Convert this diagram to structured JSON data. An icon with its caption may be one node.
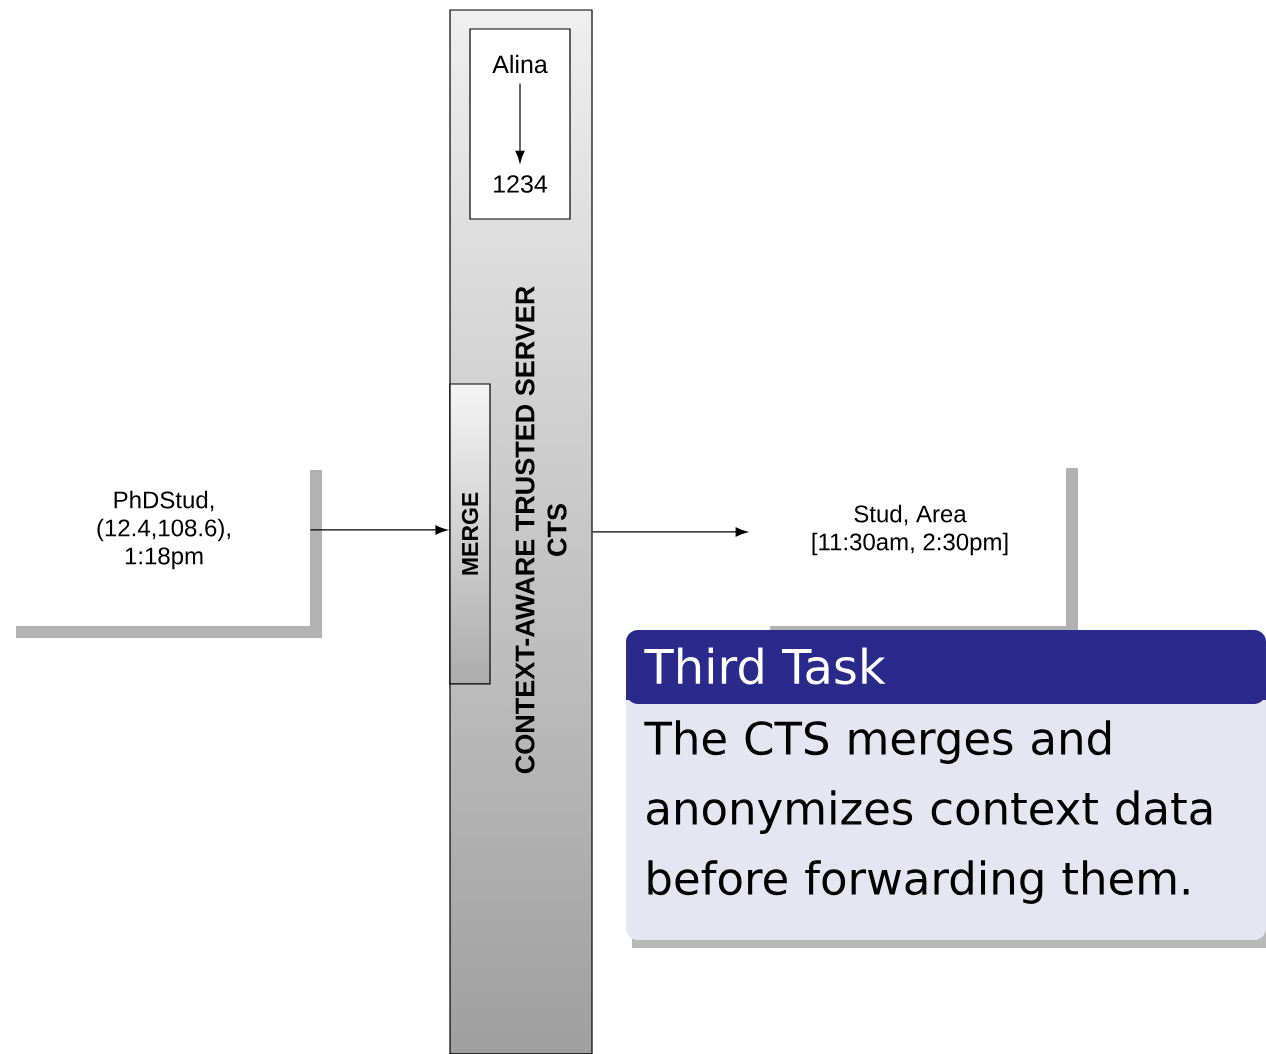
{
  "diagram": {
    "nodes": [
      {
        "text": [
          "CONTEXT-AWARE TRUSTED SERVER CTS"
        ]
      },
      {
        "text": [],
        "shape": "box",
        "in": 0
      },
      {
        "text": [
          "Alina"
        ],
        "in": 1
      },
      {
        "text": [
          "1234"
        ],
        "in": 1
      },
      {
        "text": [
          "MERGE"
        ],
        "in": 0
      },
      {
        "text": [
          "PhDStud, (12.4,108.6), 1:18pm"
        ]
      },
      {
        "text": [
          "Stud, Area [11:30am, 2:30pm]"
        ]
      },
      {
        "text": [
          "Third Task",
          "The CTS merges and anonymizes context data before forwarding them."
        ]
      }
    ],
    "edges": [
      {
        "from": 2,
        "to": 3,
        "arrow": "to"
      },
      {
        "from": 5,
        "to": 4,
        "arrow": "to"
      },
      {
        "from": 0,
        "to": 6,
        "arrow": "to"
      }
    ]
  }
}
